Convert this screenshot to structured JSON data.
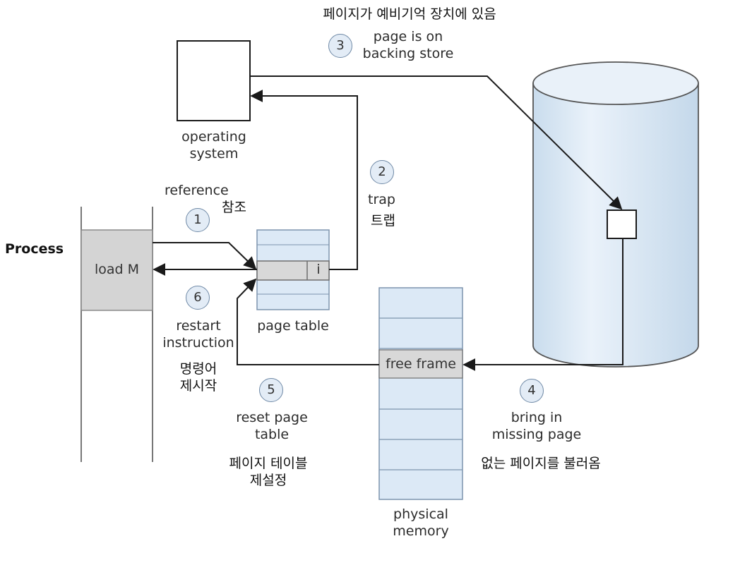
{
  "diagram": {
    "labels": {
      "process": "Process",
      "load_m": "load M",
      "operating_system": "operating\nsystem",
      "page_table": "page table",
      "page_table_bit": "i",
      "free_frame": "free frame",
      "physical_memory": "physical\nmemory"
    },
    "steps": [
      {
        "number": "1",
        "text": "reference",
        "korean": "참조"
      },
      {
        "number": "2",
        "text": "trap",
        "korean": "트랩"
      },
      {
        "number": "3",
        "text": "page is on\nbacking store",
        "korean": "페이지가 예비기억 장치에 있음"
      },
      {
        "number": "4",
        "text": "bring in\nmissing page",
        "korean": "없는 페이지를 불러옴"
      },
      {
        "number": "5",
        "text": "reset page\ntable",
        "korean": "페이지 테이블\n제설정"
      },
      {
        "number": "6",
        "text": "restart\ninstruction",
        "korean": "명령어\n제시작"
      }
    ]
  }
}
